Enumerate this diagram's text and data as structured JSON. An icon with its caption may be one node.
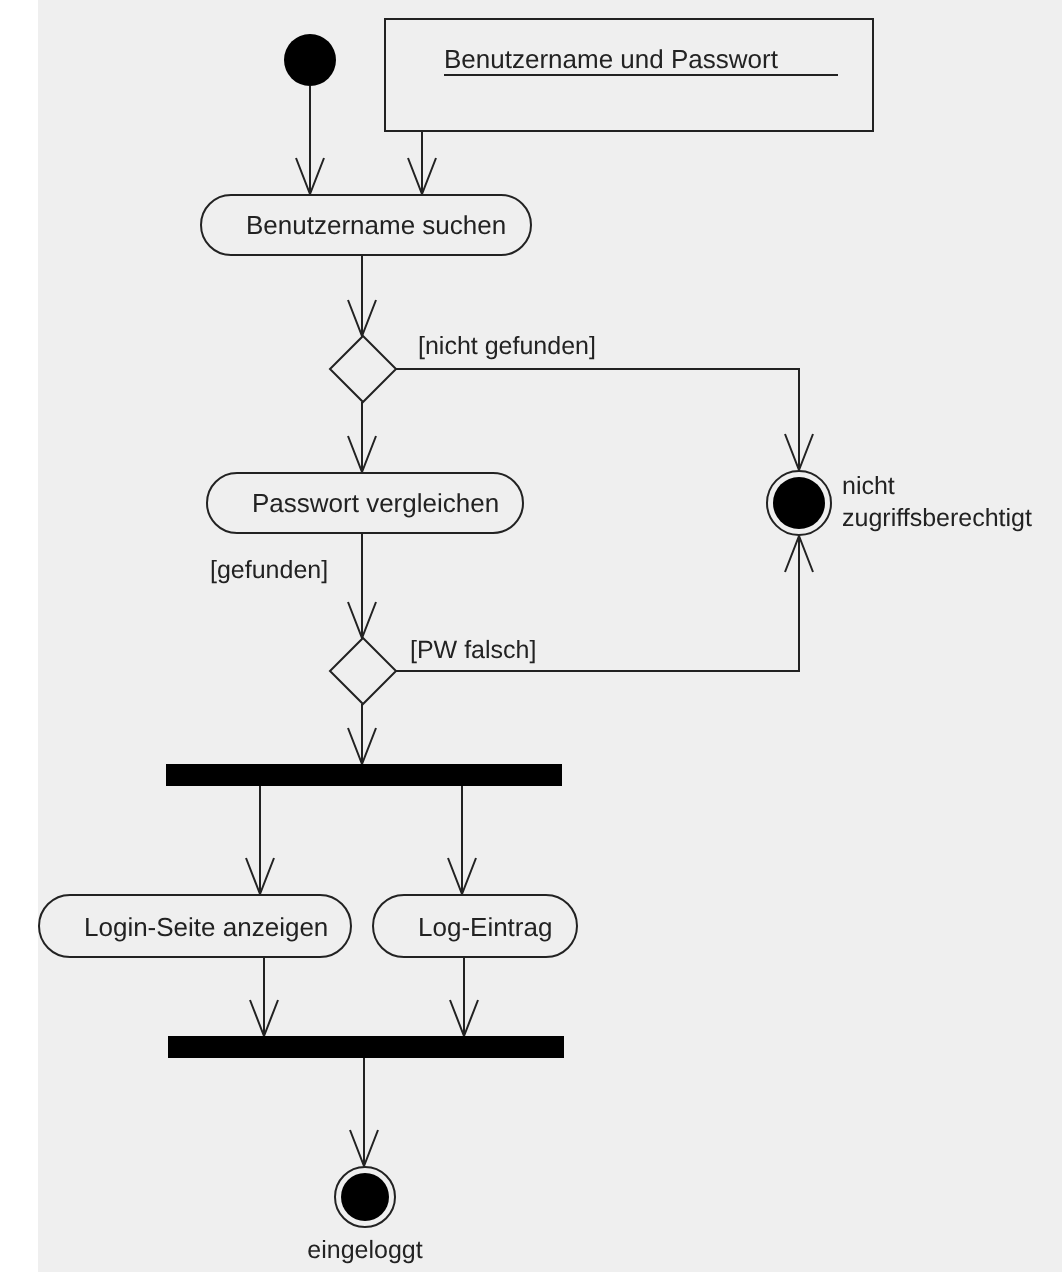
{
  "diagram": {
    "nodes": [
      {
        "text": [],
        "shape": "circle"
      },
      {
        "text": [
          "Benutzername und Passwort"
        ]
      },
      {
        "text": [
          "Benutzername suchen"
        ]
      },
      {
        "text": [],
        "shape": "diamond"
      },
      {
        "text": [
          "Passwort vergleichen"
        ]
      },
      {
        "text": [],
        "shape": "circle",
        "beside": [
          "nicht zugriffsberechtigt"
        ]
      },
      {
        "text": [],
        "shape": "diamond"
      },
      {
        "text": [],
        "shape": "bar"
      },
      {
        "text": [
          "Login-Seite anzeigen"
        ]
      },
      {
        "text": [
          "Log-Eintrag"
        ]
      },
      {
        "text": [],
        "shape": "bar"
      },
      {
        "text": [],
        "shape": "circle",
        "beside": [
          "eingeloggt"
        ]
      }
    ],
    "edges": [
      {
        "from": 0,
        "to": 2,
        "arrow": "to"
      },
      {
        "from": 1,
        "to": 2,
        "arrow": "to"
      },
      {
        "from": 2,
        "to": 3,
        "arrow": "to"
      },
      {
        "from": 3,
        "to": 4,
        "arrow": "to"
      },
      {
        "from": 3,
        "to": 5,
        "arrow": "to",
        "label": "[nicht gefunden]"
      },
      {
        "from": 4,
        "to": 6,
        "arrow": "to",
        "label": "[gefunden]"
      },
      {
        "from": 6,
        "to": 5,
        "arrow": "to",
        "label": "[PW falsch]"
      },
      {
        "from": 6,
        "to": 7,
        "arrow": "to"
      },
      {
        "from": 7,
        "to": 8,
        "arrow": "to"
      },
      {
        "from": 7,
        "to": 9,
        "arrow": "to"
      },
      {
        "from": 8,
        "to": 10,
        "arrow": "to"
      },
      {
        "from": 9,
        "to": 10,
        "arrow": "to"
      },
      {
        "from": 10,
        "to": 11,
        "arrow": "to"
      }
    ]
  }
}
